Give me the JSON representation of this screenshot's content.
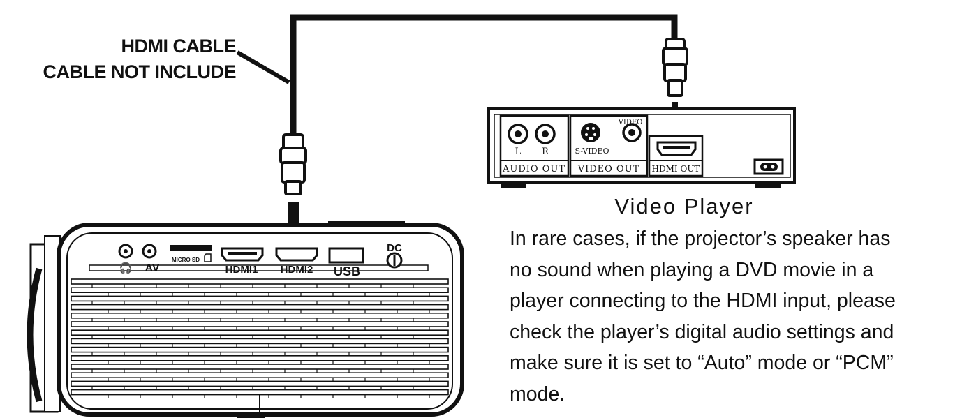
{
  "callout": {
    "line1": "HDMI CABLE",
    "line2": "CABLE NOT INCLUDE"
  },
  "video_player": {
    "caption": "Video Player",
    "panel": {
      "audio_out": "AUDIO OUT",
      "audio_l": "L",
      "audio_r": "R",
      "video_out": "VIDEO OUT",
      "s_video": "S-VIDEO",
      "video": "VIDEO",
      "hdmi_out": "HDMI OUT"
    }
  },
  "projector": {
    "ports": {
      "av": "AV",
      "micro_sd": "MICRO SD",
      "hdmi1": "HDMI1",
      "hdmi2": "HDMI2",
      "usb": "USB",
      "dc": "DC"
    }
  },
  "note": {
    "text": "In rare cases, if the projector’s speaker has no sound when playing a DVD movie in a player connecting to the HDMI input, please check the player’s digital audio settings and make sure it is set to “Auto” mode or “PCM” mode.",
    "lines": [
      "In rare cases, if the projector’s speaker has",
      "no sound when playing a DVD movie in a",
      "player connecting to the HDMI input, please",
      "check the player’s digital audio settings and",
      "make sure it is set to “Auto” mode or “PCM”",
      "mode."
    ]
  },
  "colors": {
    "ink": "#111111",
    "background": "#ffffff"
  }
}
